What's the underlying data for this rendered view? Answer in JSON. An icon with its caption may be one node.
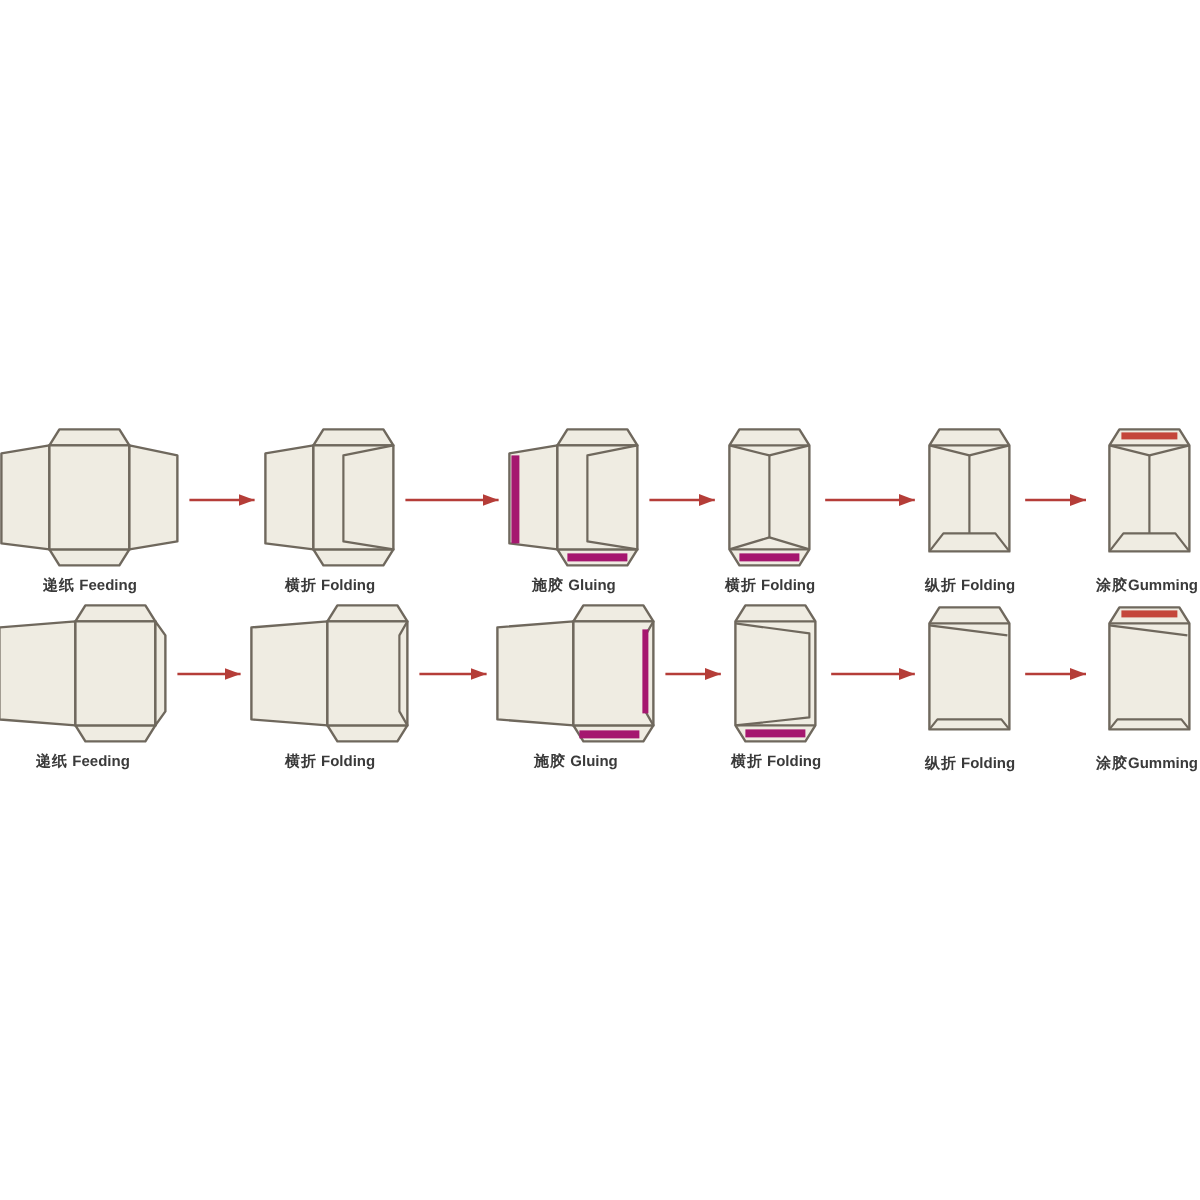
{
  "diagram": {
    "nodes": [
      {
        "text": [
          "递纸 Feeding"
        ]
      },
      {
        "text": [
          "横折 Folding"
        ]
      },
      {
        "text": [
          "施胶 Gluing"
        ]
      },
      {
        "text": [
          "横折 Folding"
        ]
      },
      {
        "text": [
          "纵折 Folding"
        ]
      },
      {
        "text": [
          "涂胶Gumming"
        ]
      },
      {
        "text": [
          "递纸 Feeding"
        ]
      },
      {
        "text": [
          "横折 Folding"
        ]
      },
      {
        "text": [
          "施胶 Gluing"
        ]
      },
      {
        "text": [
          "横折 Folding"
        ]
      },
      {
        "text": [
          "纵折 Folding"
        ]
      },
      {
        "text": [
          "涂胶Gumming"
        ]
      }
    ],
    "edges": [
      {
        "from": 0,
        "to": 1,
        "arrow": "to"
      },
      {
        "from": 1,
        "to": 2,
        "arrow": "to"
      },
      {
        "from": 2,
        "to": 3,
        "arrow": "to"
      },
      {
        "from": 3,
        "to": 4,
        "arrow": "to"
      },
      {
        "from": 4,
        "to": 5,
        "arrow": "to"
      },
      {
        "from": 6,
        "to": 7,
        "arrow": "to"
      },
      {
        "from": 7,
        "to": 8,
        "arrow": "to"
      },
      {
        "from": 8,
        "to": 9,
        "arrow": "to"
      },
      {
        "from": 9,
        "to": 10,
        "arrow": "to"
      },
      {
        "from": 10,
        "to": 11,
        "arrow": "to"
      }
    ]
  }
}
